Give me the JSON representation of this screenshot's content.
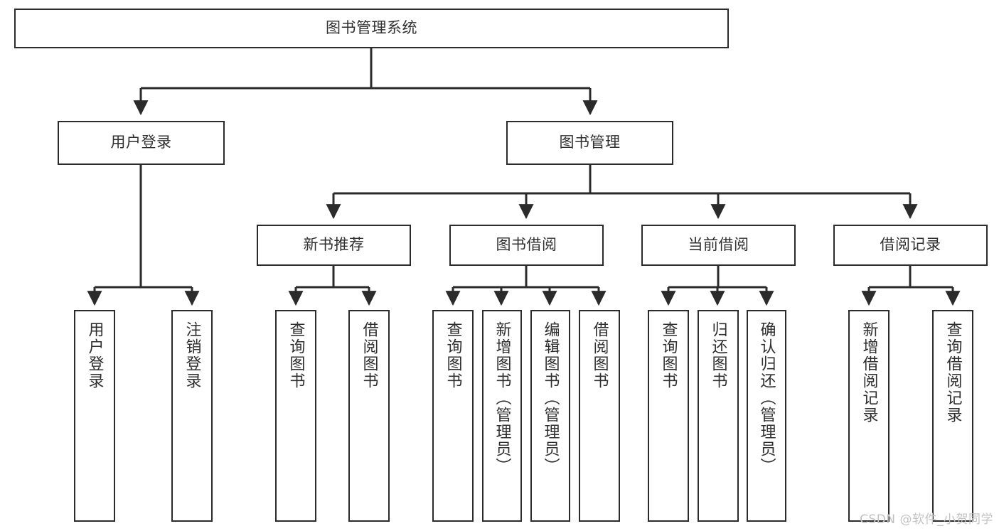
{
  "diagram": {
    "type": "tree-hierarchy",
    "title": "图书管理系统",
    "root": {
      "label": "图书管理系统"
    },
    "level2": [
      {
        "label": "用户登录"
      },
      {
        "label": "图书管理"
      }
    ],
    "level3": [
      {
        "label": "新书推荐"
      },
      {
        "label": "图书借阅"
      },
      {
        "label": "当前借阅"
      },
      {
        "label": "借阅记录"
      }
    ],
    "leaves": [
      {
        "label": "用户登录"
      },
      {
        "label": "注销登录"
      },
      {
        "label": "查询图书"
      },
      {
        "label": "借阅图书"
      },
      {
        "label": "查询图书"
      },
      {
        "label": "新增图书（管理员）"
      },
      {
        "label": "编辑图书（管理员）"
      },
      {
        "label": "借阅图书"
      },
      {
        "label": "查询图书"
      },
      {
        "label": "归还图书"
      },
      {
        "label": "确认归还（管理员）"
      },
      {
        "label": "新增借阅记录"
      },
      {
        "label": "查询借阅记录"
      }
    ]
  },
  "watermark": {
    "text": "CSDN @软件_小贺同学"
  },
  "colors": {
    "box_border": "#2b2b2b",
    "box_fill": "#ffffff",
    "text": "#2f2f2f",
    "connector": "#2b2b2b",
    "watermark": "#c2c2c2",
    "background": "#ffffff"
  }
}
